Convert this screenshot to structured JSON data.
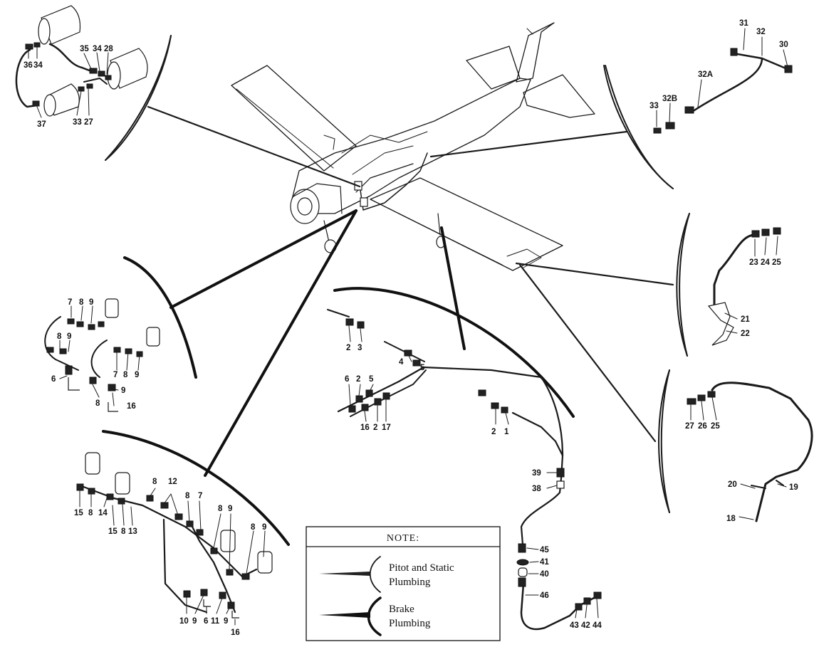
{
  "note": {
    "title": "NOTE:",
    "legend": [
      {
        "label_line1": "Pitot and Static",
        "label_line2": "Plumbing"
      },
      {
        "label_line1": "Brake",
        "label_line2": "Plumbing"
      }
    ]
  },
  "callouts": {
    "tl": [
      "36",
      "34",
      "35",
      "34",
      "28",
      "33",
      "27",
      "37"
    ],
    "tr": [
      "31",
      "32",
      "30",
      "32A",
      "33",
      "32B"
    ],
    "r1": [
      "23",
      "24",
      "25",
      "21",
      "22"
    ],
    "r2": [
      "27",
      "26",
      "25",
      "20",
      "19",
      "18"
    ],
    "ml": [
      "7",
      "8",
      "9",
      "8",
      "9",
      "7",
      "8",
      "9",
      "6",
      "9",
      "8",
      "16"
    ],
    "bl": [
      "15",
      "8",
      "14",
      "15",
      "8",
      "13",
      "8",
      "12",
      "8",
      "7",
      "8",
      "9",
      "8",
      "9",
      "10",
      "9",
      "6",
      "11",
      "9",
      "16"
    ],
    "mc": [
      "2",
      "3",
      "4",
      "5",
      "6",
      "2",
      "5",
      "16",
      "2",
      "17",
      "2",
      "1"
    ],
    "lc": [
      "39",
      "38",
      "45",
      "41",
      "40",
      "46",
      "43",
      "42",
      "44"
    ]
  }
}
